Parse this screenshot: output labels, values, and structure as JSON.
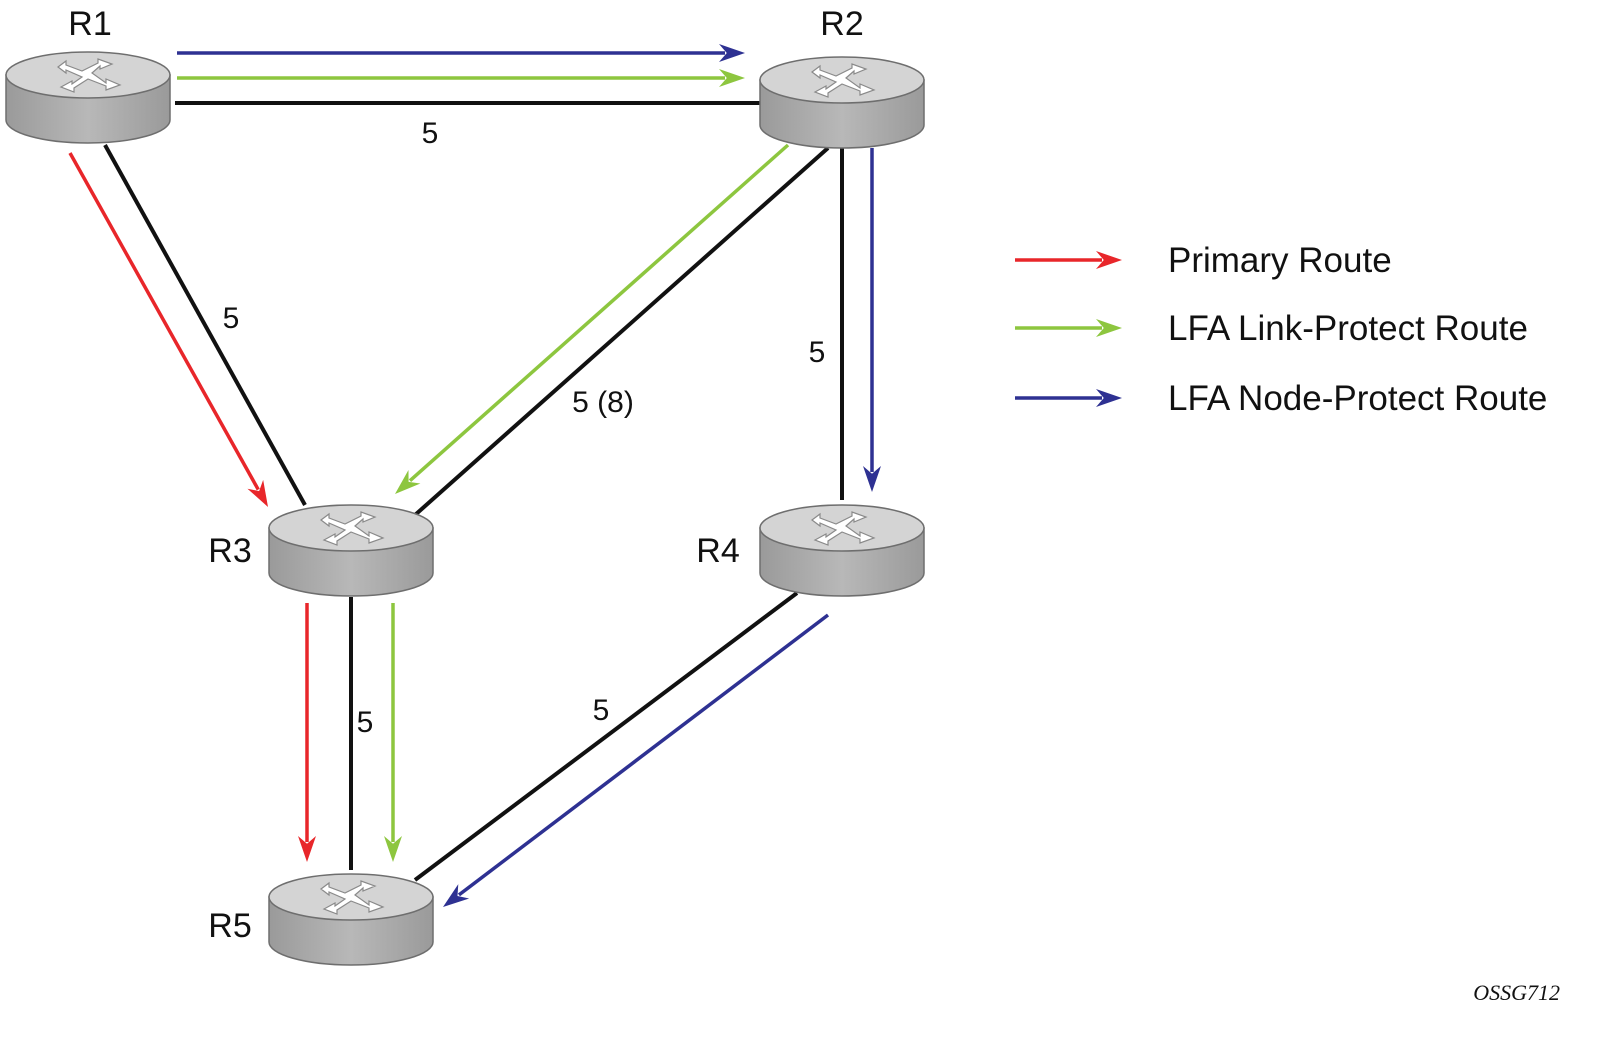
{
  "colors": {
    "primary": "#e8262a",
    "link_protect": "#8dc63f",
    "node_protect": "#2e3192",
    "link": "#111111",
    "router_top": "#d4d4d4",
    "router_body": "#a9a9a9"
  },
  "nodes": [
    {
      "id": "R1",
      "label": "R1",
      "icon": "router-icon"
    },
    {
      "id": "R2",
      "label": "R2",
      "icon": "router-icon"
    },
    {
      "id": "R3",
      "label": "R3",
      "icon": "router-icon"
    },
    {
      "id": "R4",
      "label": "R4",
      "icon": "router-icon"
    },
    {
      "id": "R5",
      "label": "R5",
      "icon": "router-icon"
    }
  ],
  "links": [
    {
      "from": "R1",
      "to": "R2",
      "metric": "5"
    },
    {
      "from": "R1",
      "to": "R3",
      "metric": "5"
    },
    {
      "from": "R2",
      "to": "R3",
      "metric": "5 (8)"
    },
    {
      "from": "R2",
      "to": "R4",
      "metric": "5"
    },
    {
      "from": "R3",
      "to": "R5",
      "metric": "5"
    },
    {
      "from": "R4",
      "to": "R5",
      "metric": "5"
    }
  ],
  "routes": [
    {
      "type": "primary",
      "path": [
        "R1",
        "R3",
        "R5"
      ]
    },
    {
      "type": "link_protect",
      "path": [
        "R1",
        "R2",
        "R3",
        "R5"
      ]
    },
    {
      "type": "node_protect",
      "path": [
        "R1",
        "R2",
        "R4",
        "R5"
      ]
    }
  ],
  "legend": [
    {
      "type": "primary",
      "label": "Primary Route"
    },
    {
      "type": "link_protect",
      "label": "LFA Link-Protect Route"
    },
    {
      "type": "node_protect",
      "label": "LFA Node-Protect Route"
    }
  ],
  "figure_id": "OSSG712"
}
